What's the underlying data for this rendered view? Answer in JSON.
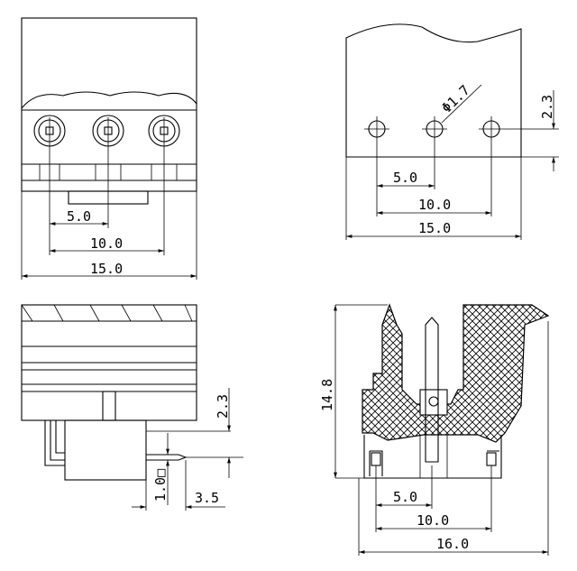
{
  "views": {
    "front_top": {
      "dims": {
        "pitch": "5.0",
        "two_pitch": "10.0",
        "width": "15.0"
      }
    },
    "pcb_layout": {
      "dims": {
        "hole_dia": "Φ1.7",
        "offset": "2.3",
        "pitch": "5.0",
        "two_pitch": "10.0",
        "width": "15.0"
      }
    },
    "front_bottom": {
      "dims": {
        "pin_offset": "2.3",
        "pin_size": "1.0□",
        "pin_length": "3.5"
      }
    },
    "section": {
      "dims": {
        "height": "14.8",
        "pitch": "5.0",
        "two_pitch": "10.0",
        "width": "16.0"
      },
      "hatch_color": "#000000"
    }
  }
}
